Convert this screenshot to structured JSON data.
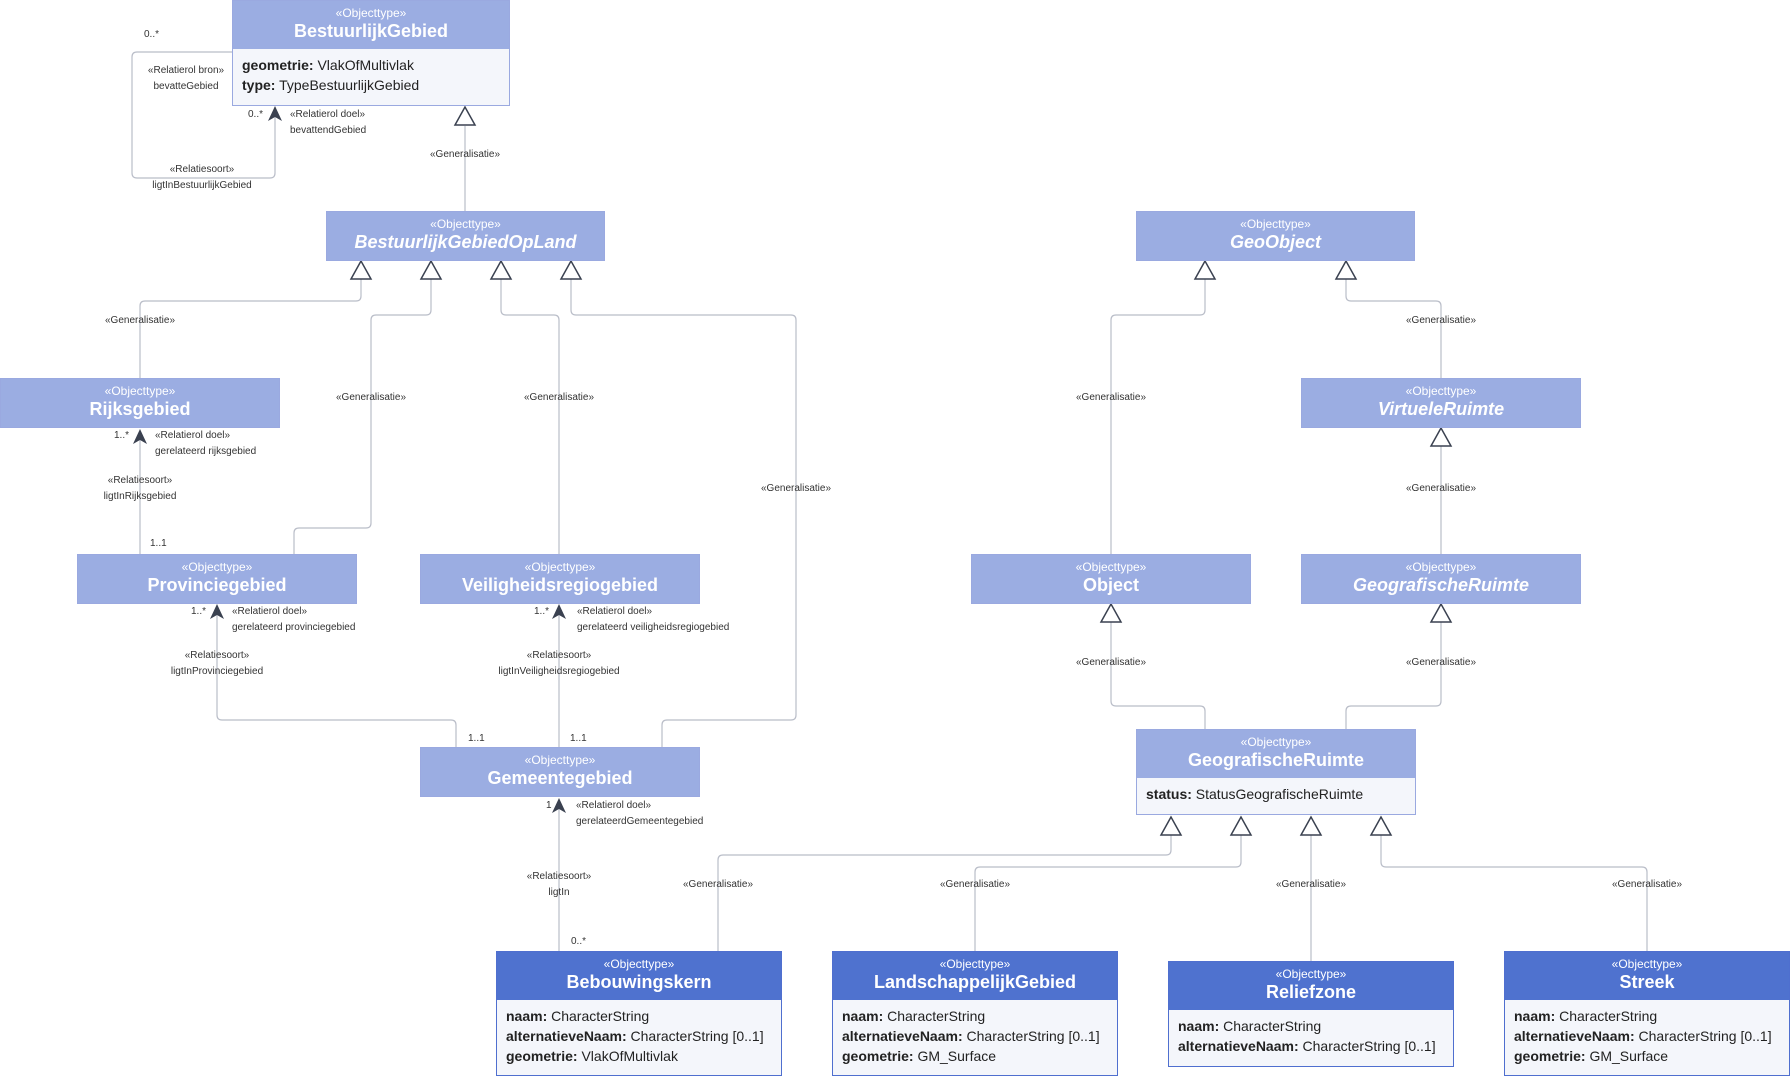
{
  "classes": {
    "bestuurlijk": {
      "stereotype": "«Objecttype»",
      "name": "BestuurlijkGebied",
      "attrs": [
        {
          "n": "geometrie:",
          "t": "VlakOfMultivlak"
        },
        {
          "n": "type:",
          "t": "TypeBestuurlijkGebied"
        }
      ]
    },
    "bgol": {
      "stereotype": "«Objecttype»",
      "name": "BestuurlijkGebiedOpLand"
    },
    "geoobject": {
      "stereotype": "«Objecttype»",
      "name": "GeoObject"
    },
    "rijks": {
      "stereotype": "«Objecttype»",
      "name": "Rijksgebied"
    },
    "virtuele": {
      "stereotype": "«Objecttype»",
      "name": "VirtueleRuimte"
    },
    "provincie": {
      "stereotype": "«Objecttype»",
      "name": "Provinciegebied"
    },
    "veiligheid": {
      "stereotype": "«Objecttype»",
      "name": "Veiligheidsregiogebied"
    },
    "object": {
      "stereotype": "«Objecttype»",
      "name": "Object"
    },
    "geoRuimteAbs": {
      "stereotype": "«Objecttype»",
      "name": "GeografischeRuimte"
    },
    "gemeente": {
      "stereotype": "«Objecttype»",
      "name": "Gemeentegebied"
    },
    "geoRuimte": {
      "stereotype": "«Objecttype»",
      "name": "GeografischeRuimte",
      "attrs": [
        {
          "n": "status:",
          "t": "StatusGeografischeRuimte"
        }
      ]
    },
    "bebouwing": {
      "stereotype": "«Objecttype»",
      "name": "Bebouwingskern",
      "attrs": [
        {
          "n": "naam:",
          "t": "CharacterString"
        },
        {
          "n": "alternatieveNaam:",
          "t": "CharacterString [0..1]"
        },
        {
          "n": "geometrie:",
          "t": "VlakOfMultivlak"
        }
      ]
    },
    "landschap": {
      "stereotype": "«Objecttype»",
      "name": "LandschappelijkGebied",
      "attrs": [
        {
          "n": "naam:",
          "t": "CharacterString"
        },
        {
          "n": "alternatieveNaam:",
          "t": "CharacterString [0..1]"
        },
        {
          "n": "geometrie:",
          "t": "GM_Surface"
        }
      ]
    },
    "relief": {
      "stereotype": "«Objecttype»",
      "name": "Reliefzone",
      "attrs": [
        {
          "n": "naam:",
          "t": "CharacterString"
        },
        {
          "n": "alternatieveNaam:",
          "t": "CharacterString [0..1]"
        }
      ]
    },
    "streek": {
      "stereotype": "«Objecttype»",
      "name": "Streek",
      "attrs": [
        {
          "n": "naam:",
          "t": "CharacterString"
        },
        {
          "n": "alternatieveNaam:",
          "t": "CharacterString [0..1]"
        },
        {
          "n": "geometrie:",
          "t": "GM_Surface"
        }
      ]
    }
  },
  "labels": {
    "generalisatie": "«Generalisatie»",
    "relatiesoort": "«Relatiesoort»",
    "relatierol_doel": "«Relatierol doel»",
    "relatierol_bron": "«Relatierol bron»",
    "ligtInBestuurlijkGebied": "ligtInBestuurlijkGebied",
    "bevatteGebied": "bevatteGebied",
    "bevattendGebied": "bevattendGebied",
    "ligtInRijksgebied": "ligtInRijksgebied",
    "gerelateerd_rijksgebied": "gerelateerd rijksgebied",
    "ligtInProvinciegebied": "ligtInProvinciegebied",
    "gerelateerd_provinciegebied": "gerelateerd provinciegebied",
    "ligtInVeiligheidsregiogebied": "ligtInVeiligheidsregiogebied",
    "gerelateerd_veiligheidsregiogebied": "gerelateerd veiligheidsregiogebied",
    "ligtIn": "ligtIn",
    "gerelateerdGemeentegebied": "gerelateerdGemeentegebied"
  },
  "multiplicities": {
    "m0n": "0..*",
    "m1n": "1..*",
    "m11": "1..1",
    "m1": "1"
  },
  "colors": {
    "header": "#9badE2",
    "header_dark": "#4f72cf",
    "line": "#b8bcc8",
    "arrow": "#3a4150"
  }
}
